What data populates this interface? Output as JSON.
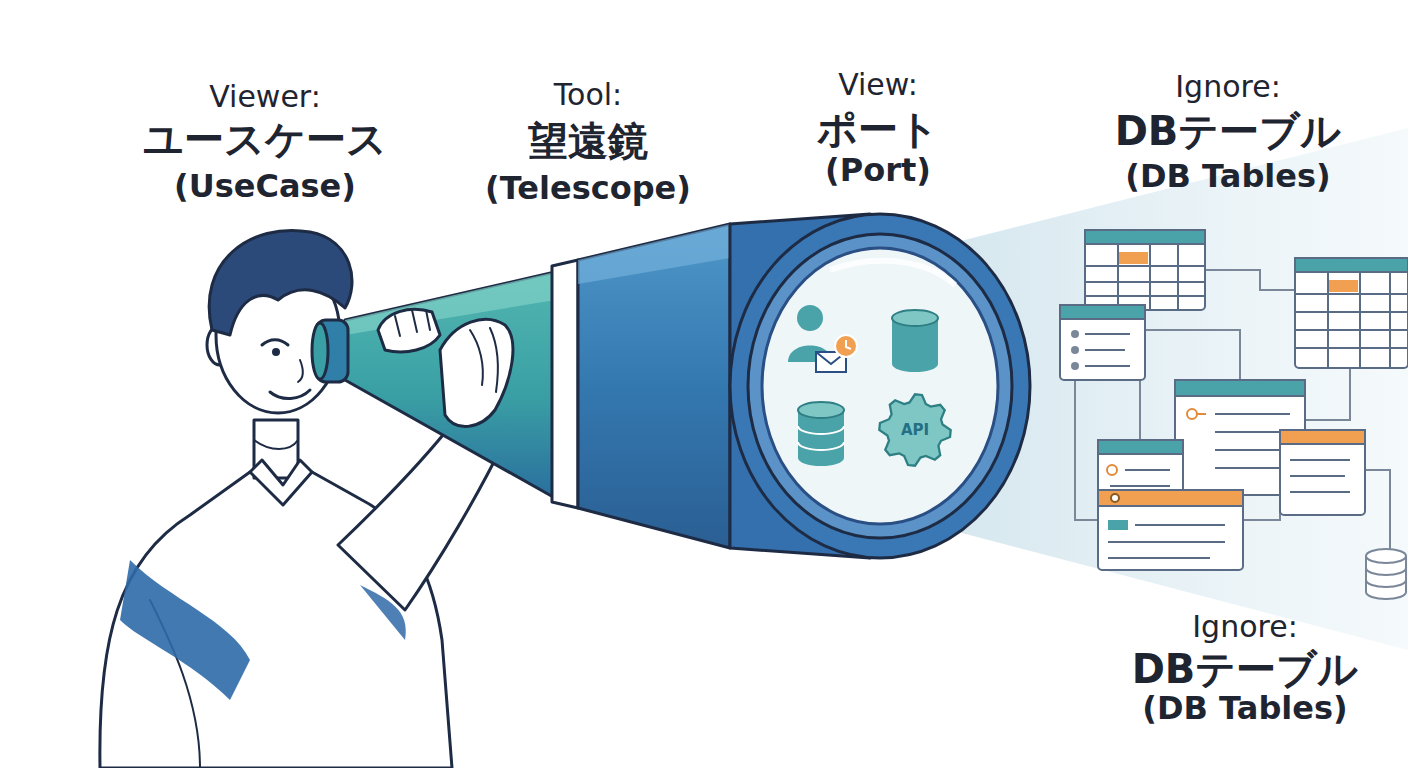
{
  "diagram": {
    "nodes": [
      {
        "text": [
          "API"
        ]
      }
    ],
    "labels": [
      "Viewer:",
      "ユースケース",
      "(UseCase)",
      "Tool:",
      "望遠鏡",
      "(Telescope)",
      "View:",
      "ポート",
      "(Port)",
      "Ignore:",
      "DBテーブル",
      "(DB Tables)",
      "Ignore:",
      "DBテーブル",
      "(DB Tables)"
    ]
  }
}
